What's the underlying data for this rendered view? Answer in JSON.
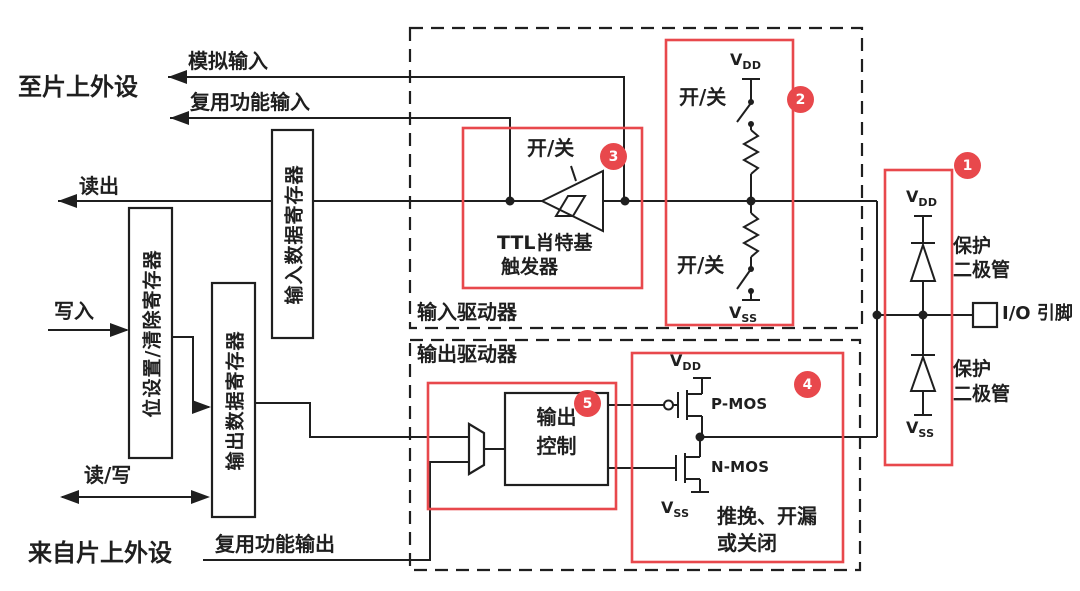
{
  "colors": {
    "accent": "#e8484c",
    "line": "#1f1f1f"
  },
  "peripherals": {
    "to_onchip": "至片上外设",
    "from_onchip": "来自片上外设"
  },
  "signals": {
    "analog_input": "模拟输入",
    "alt_func_input": "复用功能输入",
    "read_out": "读出",
    "write_in": "写入",
    "read_write": "读/写",
    "alt_func_output": "复用功能输出"
  },
  "registers": {
    "bit_set_clear": "位设置/清除寄存器",
    "output_data": "输出数据寄存器",
    "input_data": "输入数据寄存器"
  },
  "drivers": {
    "input": "输入驱动器",
    "output": "输出驱动器"
  },
  "input_path": {
    "schmitt_onoff": "开/关",
    "schmitt_name_l1": "TTL肖特基",
    "schmitt_name_l2": "触发器",
    "pullup_onoff": "开/关",
    "pulldown_onoff": "开/关"
  },
  "output_path": {
    "control_l1": "输出",
    "control_l2": "控制",
    "pmos": "P-MOS",
    "nmos": "N-MOS",
    "mode_l1": "推挽、开漏",
    "mode_l2": "或关闭"
  },
  "pin": {
    "io_pin": "I/O 引脚",
    "protect_l1": "保护",
    "protect_l2": "二极管"
  },
  "power": {
    "vdd_v": "V",
    "vdd_sub": "DD",
    "vss_v": "V",
    "vss_sub": "SS"
  },
  "badges": {
    "b1": "1",
    "b2": "2",
    "b3": "3",
    "b4": "4",
    "b5": "5"
  }
}
